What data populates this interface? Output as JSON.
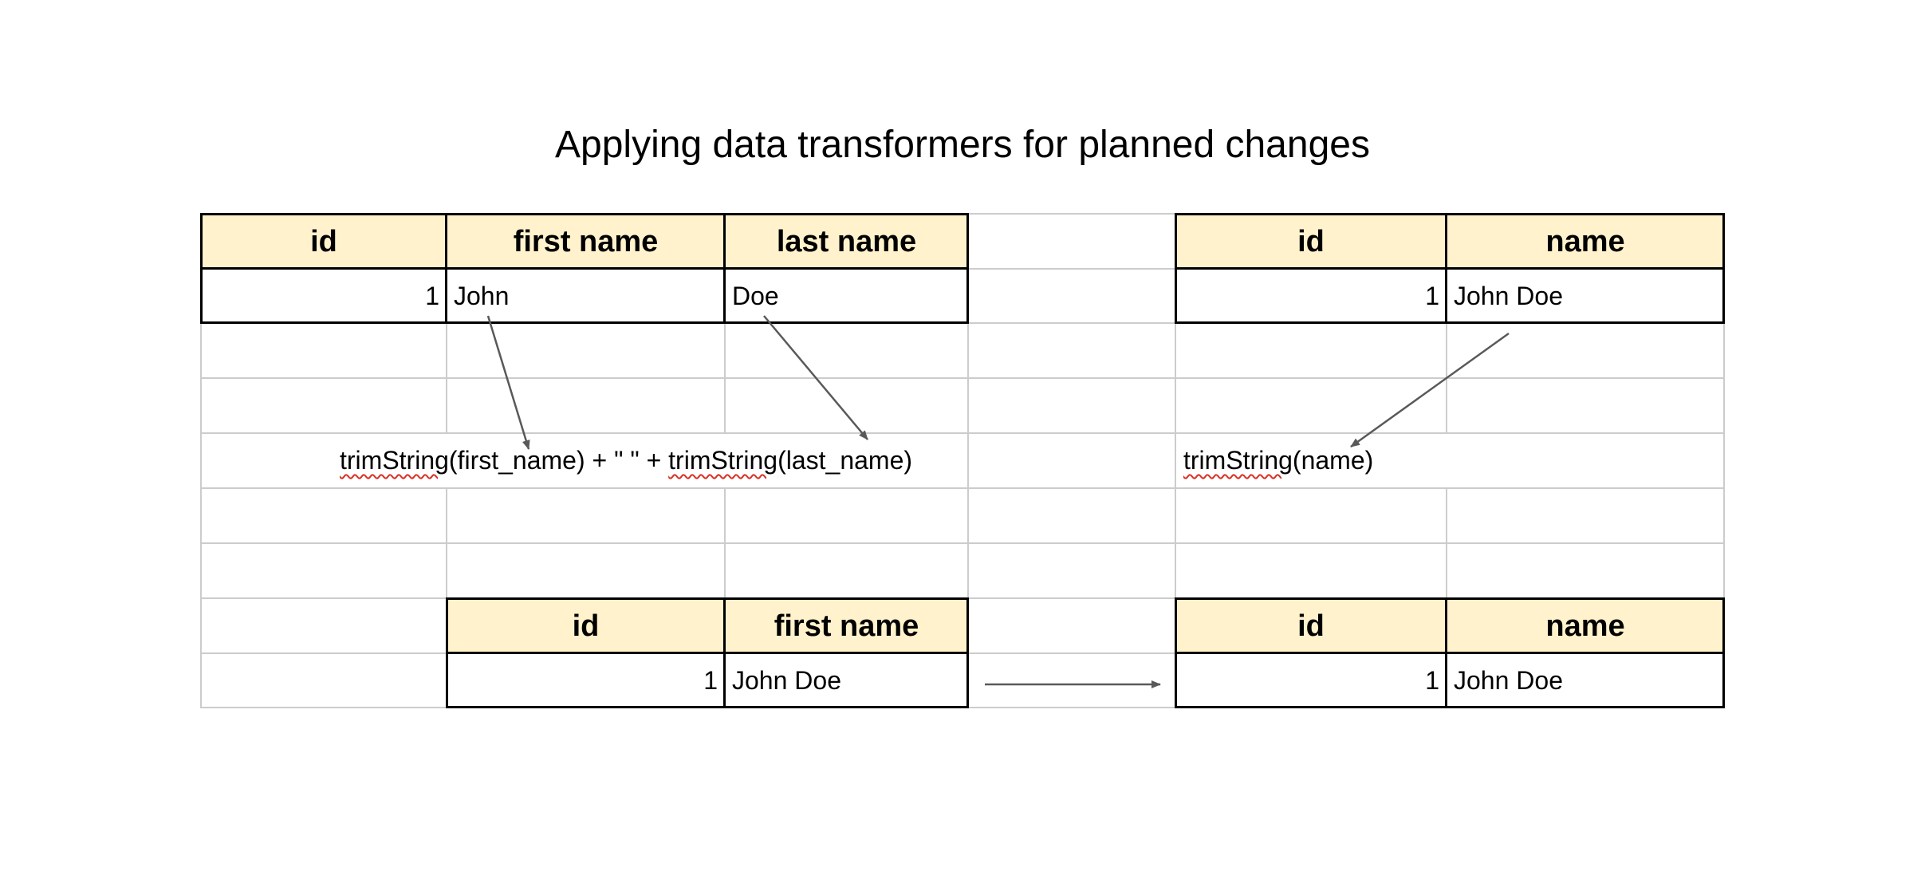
{
  "title": "Applying data transformers for planned changes",
  "source_left": {
    "headers": [
      "id",
      "first name",
      "last name"
    ],
    "row": [
      "1",
      "John",
      "Doe"
    ]
  },
  "source_right": {
    "headers": [
      "id",
      "name"
    ],
    "row": [
      "1",
      "John Doe"
    ]
  },
  "formula_left": {
    "fn1": "trimString",
    "arg1": "(first_name) + \" \" + ",
    "fn2": "trimString",
    "arg2": "(last_name)"
  },
  "formula_right": {
    "fn": "trimString",
    "arg": "(name)"
  },
  "result_left": {
    "headers": [
      "id",
      "first name"
    ],
    "row": [
      "1",
      "John Doe"
    ]
  },
  "result_right": {
    "headers": [
      "id",
      "name"
    ],
    "row": [
      "1",
      "John Doe"
    ]
  },
  "colors": {
    "header_fill": "#fff2cc",
    "gridline": "#cccccc",
    "border": "#000000",
    "arrow": "#595959",
    "spellcheck": "#d93025"
  }
}
